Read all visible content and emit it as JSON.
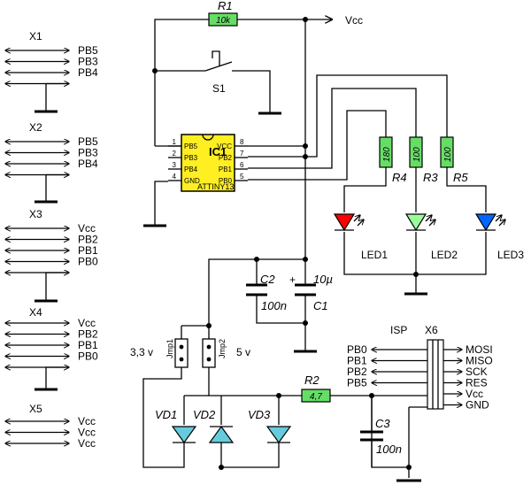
{
  "connectors": {
    "x1": {
      "name": "X1",
      "pins": [
        "PB5",
        "PB3",
        "PB4",
        ""
      ]
    },
    "x2": {
      "name": "X2",
      "pins": [
        "PB5",
        "PB3",
        "PB4",
        ""
      ]
    },
    "x3": {
      "name": "X3",
      "pins": [
        "Vcc",
        "PB2",
        "PB1",
        "PB0",
        ""
      ]
    },
    "x4": {
      "name": "X4",
      "pins": [
        "Vcc",
        "PB2",
        "PB1",
        "PB0",
        ""
      ]
    },
    "x5": {
      "name": "X5",
      "pins": [
        "Vcc",
        "Vcc",
        "Vcc"
      ]
    }
  },
  "resistors": {
    "r1": {
      "name": "R1",
      "value": "10k"
    },
    "r2": {
      "name": "R2",
      "value": "4,7"
    },
    "r3": {
      "name": "R3",
      "value": "100"
    },
    "r4": {
      "name": "R4",
      "value": "180"
    },
    "r5": {
      "name": "R5",
      "value": "100"
    }
  },
  "vcc_label": "Vcc",
  "switch": {
    "name": "S1"
  },
  "ic": {
    "name": "IC1",
    "part": "ATTINY13",
    "left_pins": [
      {
        "num": "1",
        "name": "PB5"
      },
      {
        "num": "2",
        "name": "PB3"
      },
      {
        "num": "3",
        "name": "PB4"
      },
      {
        "num": "4",
        "name": "GND"
      }
    ],
    "right_pins": [
      {
        "num": "8",
        "name": "VCC"
      },
      {
        "num": "7",
        "name": "PB2"
      },
      {
        "num": "6",
        "name": "PB1"
      },
      {
        "num": "5",
        "name": "PB0"
      }
    ]
  },
  "leds": {
    "led1": {
      "name": "LED1",
      "color": "#ff0000"
    },
    "led2": {
      "name": "LED2",
      "color": "#99ff99"
    },
    "led3": {
      "name": "LED3",
      "color": "#0066ff"
    }
  },
  "capacitors": {
    "c1": {
      "name": "C1",
      "value": "10µ"
    },
    "c2": {
      "name": "C2",
      "value": "100n"
    },
    "c3": {
      "name": "C3",
      "value": "100n"
    }
  },
  "jumpers": {
    "jmp1": {
      "name": "Jmp1",
      "label": "3,3 v"
    },
    "jmp2": {
      "name": "Jmp2",
      "label": "5 v"
    }
  },
  "diodes": {
    "vd1": "VD1",
    "vd2": "VD2",
    "vd3": "VD3",
    "color": "#66ccdd"
  },
  "isp": {
    "title": "ISP",
    "connector": "X6",
    "left_labels": [
      "PB0",
      "PB1",
      "PB2",
      "PB5",
      "",
      ""
    ],
    "right_labels": [
      "MOSI",
      "MISO",
      "SCK",
      "RES",
      "Vcc",
      "GND"
    ]
  },
  "colors": {
    "part_fill": "#66dd66",
    "ic_fill": "#ffee22"
  }
}
